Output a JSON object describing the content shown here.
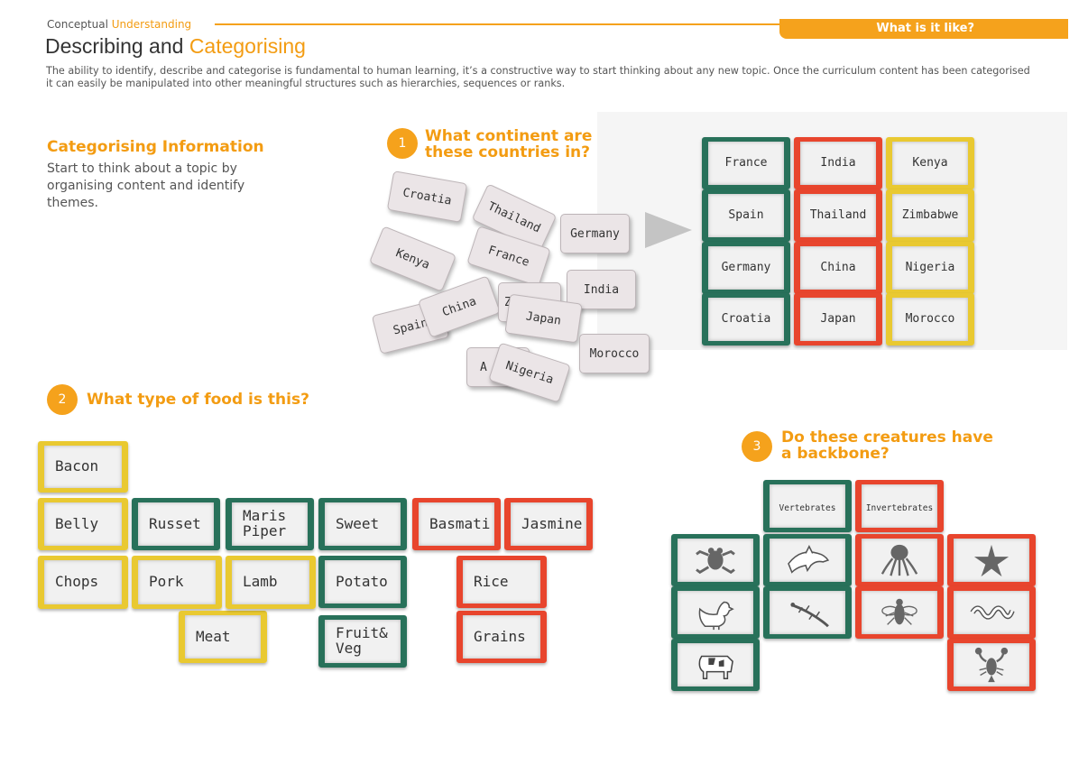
{
  "header": {
    "kicker_a": "Conceptual",
    "kicker_b": "Understanding",
    "tab_label": "What is it like?",
    "title_a": "Describing and",
    "title_b": "Categorising",
    "intro": "The ability to identify, describe and categorise is fundamental to human learning, it’s a constructive way to start thinking about any new topic. Once the curriculum content has been categorised it can easily be manipulated into other meaningful structures such as hierarchies, sequences or ranks."
  },
  "sidebar": {
    "heading": "Categorising Information",
    "text": "Start to think about a topic by organising content and identify themes."
  },
  "section1": {
    "number": "1",
    "question": "What continent are these countries in?",
    "loose_cards": [
      "Croatia",
      "Thailand",
      "Germany",
      "Kenya",
      "France",
      "India",
      "China",
      "Z",
      "Japan",
      "Spain",
      "Morocco",
      "A",
      "Nigeria"
    ],
    "columns": [
      {
        "color": "#28715a",
        "items": [
          "France",
          "Spain",
          "Germany",
          "Croatia"
        ]
      },
      {
        "color": "#e8452d",
        "items": [
          "India",
          "Thailand",
          "China",
          "Japan"
        ]
      },
      {
        "color": "#e9c931",
        "items": [
          "Kenya",
          "Zimbabwe",
          "Nigeria",
          "Morocco"
        ]
      }
    ]
  },
  "section2": {
    "number": "2",
    "question": "What type of food is this?",
    "tiles": [
      "Bacon",
      "Belly",
      "Chops",
      "Russet",
      "Pork",
      "Meat",
      "Maris\nPiper",
      "Lamb",
      "Sweet",
      "Potato",
      "Fruit&\nVeg",
      "Basmati",
      "Jasmine",
      "Rice",
      "Grains"
    ]
  },
  "section3": {
    "number": "3",
    "question": "Do these creatures have a backbone?",
    "headers": [
      "Vertebrates",
      "Invertebrates"
    ],
    "icons": [
      "frog-icon",
      "dolphin-icon",
      "chicken-icon",
      "lizard-icon",
      "cow-icon",
      "octopus-icon",
      "starfish-icon",
      "fly-icon",
      "worm-icon",
      "lobster-icon"
    ]
  },
  "colors": {
    "accent": "#f5a21c",
    "green": "#28715a",
    "red": "#e8452d",
    "yellow": "#e9c931"
  }
}
